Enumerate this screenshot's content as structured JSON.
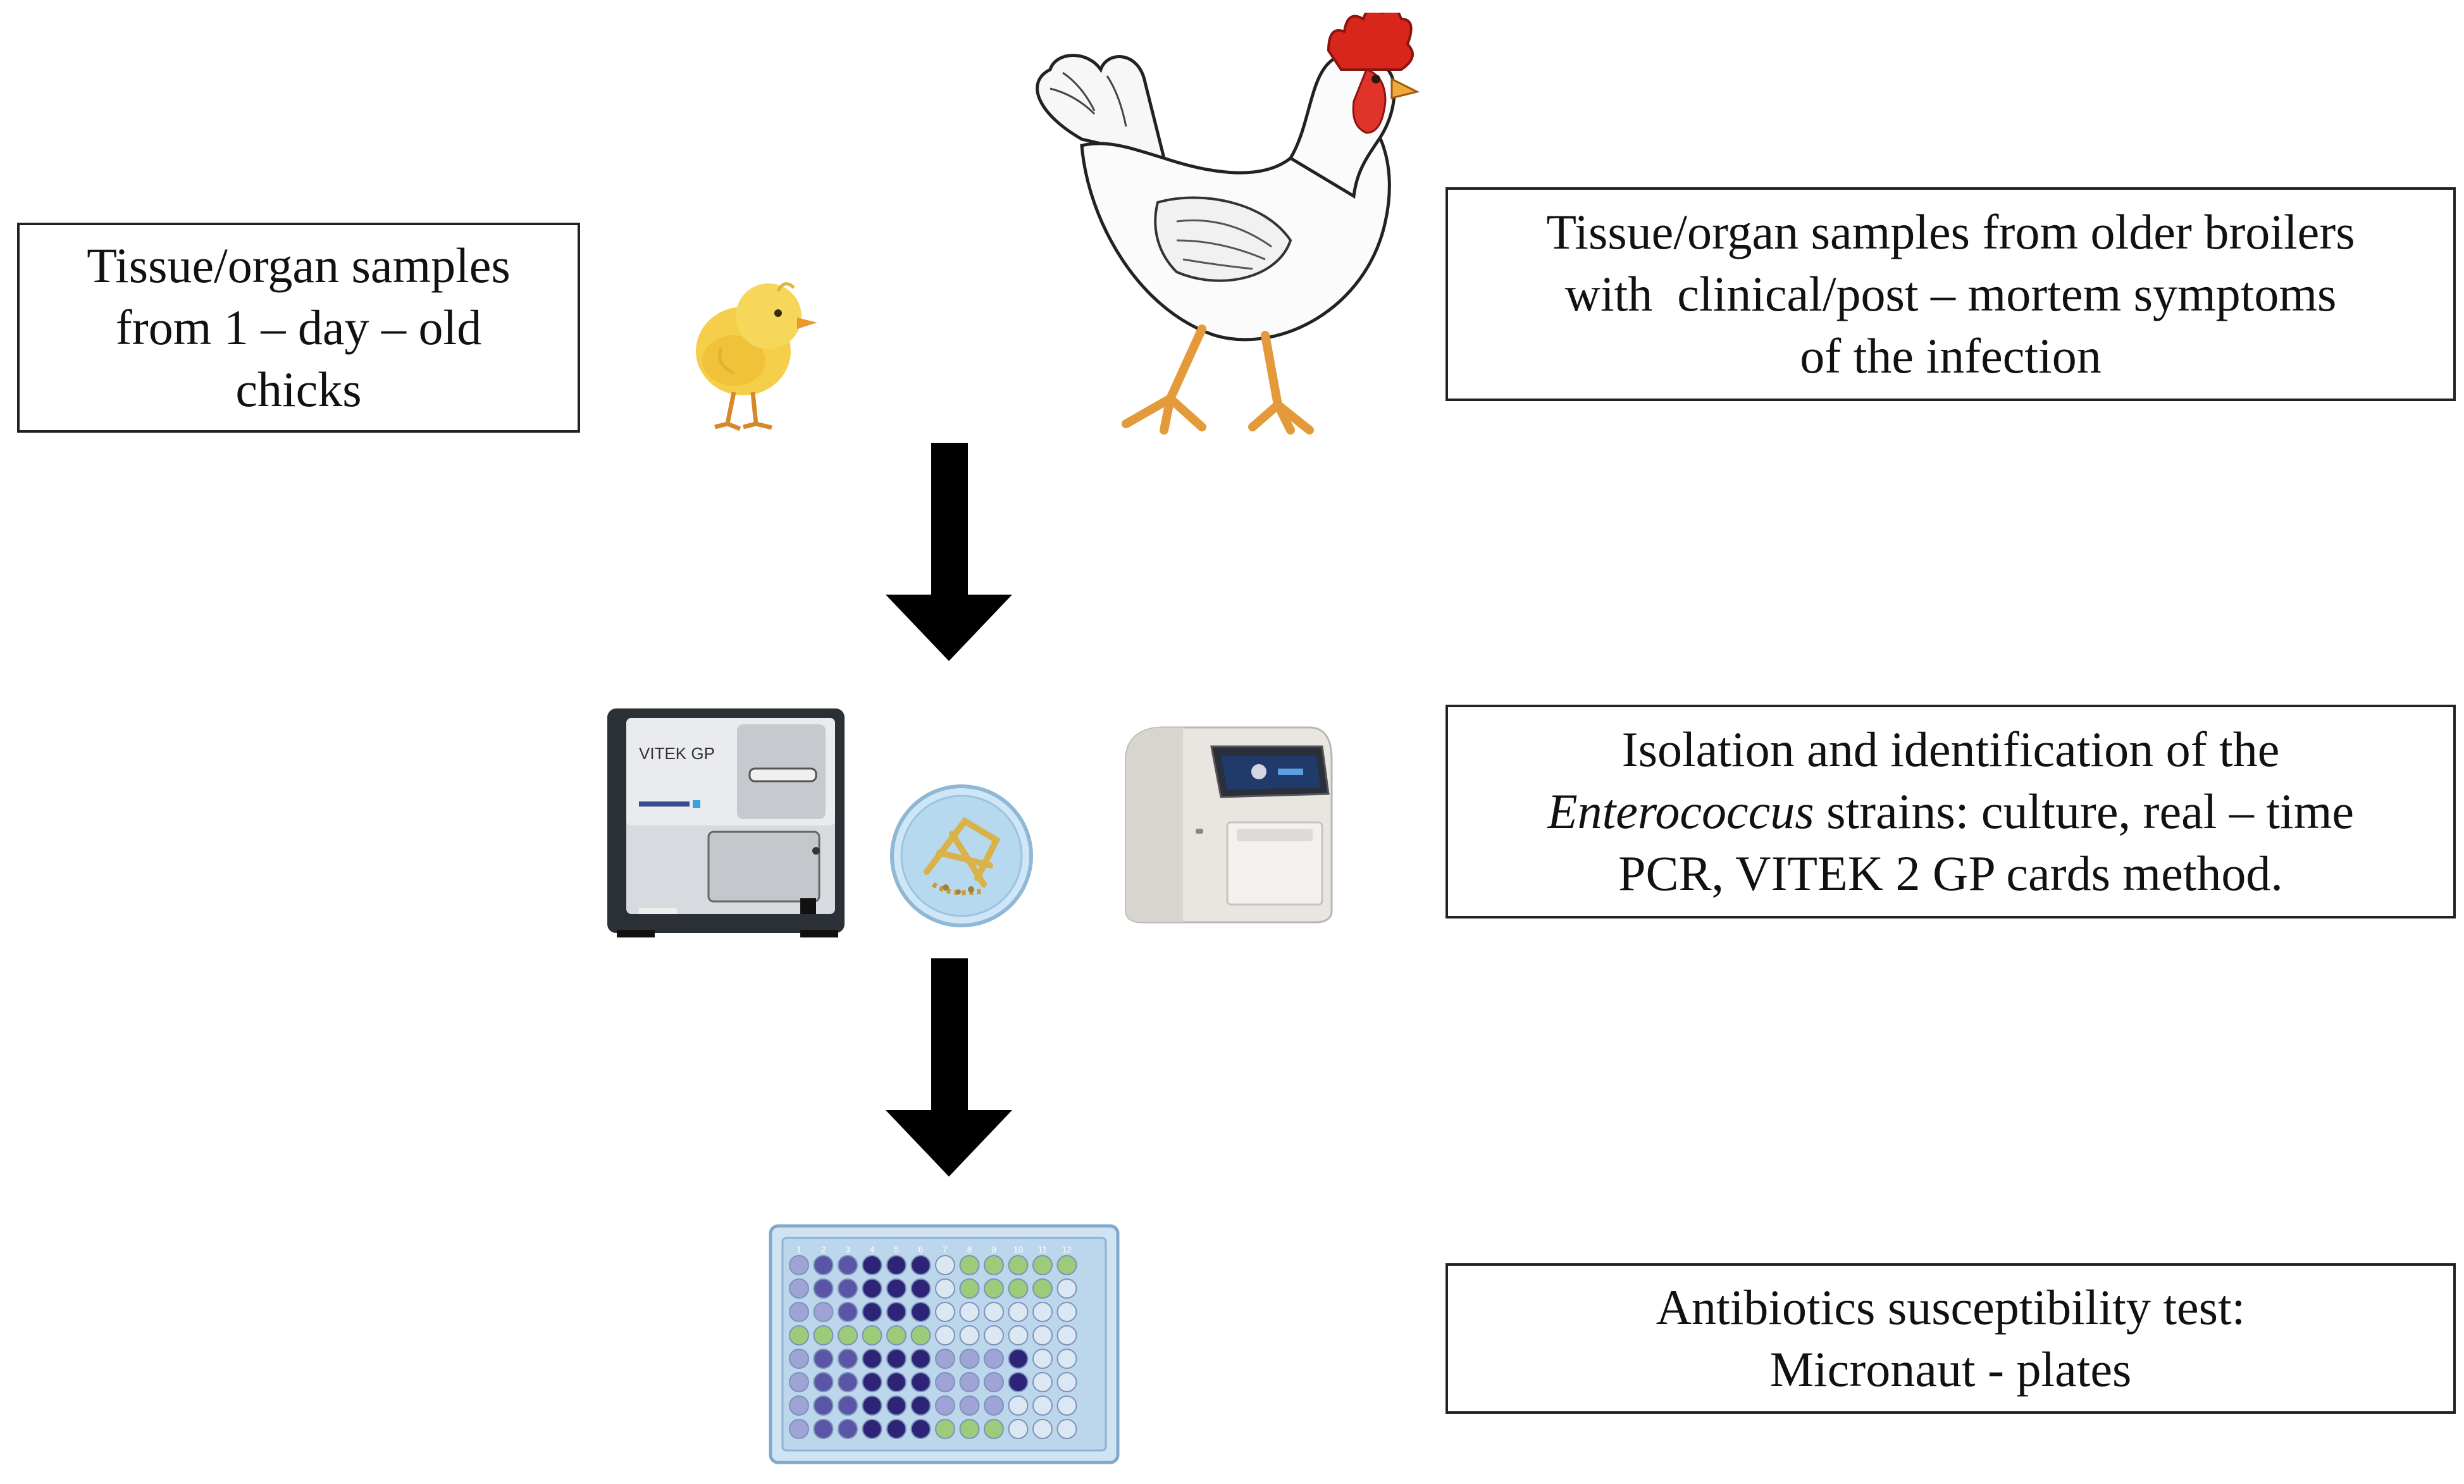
{
  "boxes": {
    "chicks": {
      "lines": [
        "Tissue/organ samples",
        "from 1 – day – old",
        "chicks"
      ]
    },
    "broilers": {
      "lines": [
        "Tissue/organ samples from older broilers",
        "with  clinical/post – mortem symptoms",
        "of the infection"
      ]
    },
    "isolation": {
      "line1": "Isolation and identification of the",
      "line2_italic": "Enterococcus",
      "line2_rest": " strains: culture, real – time",
      "line3": "PCR, VITEK 2 GP cards method."
    },
    "ast": {
      "lines": [
        "Antibiotics susceptibility test:",
        "Micronaut - plates"
      ]
    }
  },
  "devices": {
    "vitek_label": "VITEK GP"
  },
  "plate": {
    "column_labels": [
      "1",
      "2",
      "3",
      "4",
      "5",
      "6",
      "7",
      "8",
      "9",
      "10",
      "11",
      "12"
    ]
  },
  "colors": {
    "arrow": "#000000",
    "well_dark": "#2e2477",
    "well_purple": "#5b55a8",
    "well_lavender": "#9fa3d6",
    "well_green": "#9ccb7a",
    "well_light": "#dbe8f4",
    "plate_frame": "#8fb8d8"
  }
}
